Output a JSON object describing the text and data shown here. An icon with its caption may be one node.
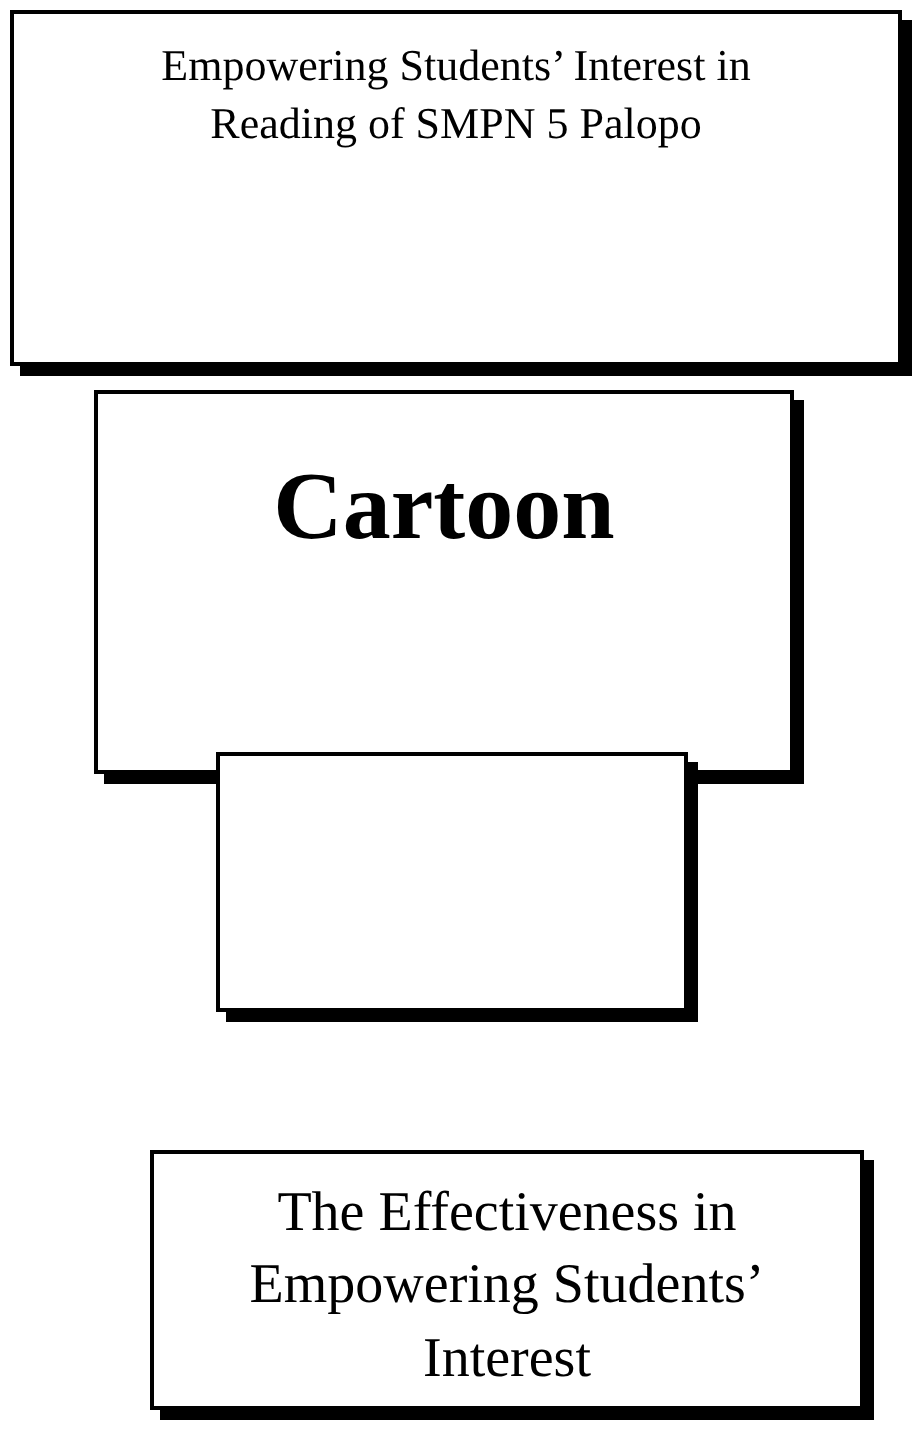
{
  "diagram": {
    "nodes": [
      {
        "text": [
          "Empowering Students’ Interest in Reading of SMPN 5 Palopo"
        ]
      },
      {
        "text": [
          "Cartoon"
        ]
      },
      {
        "text": [],
        "shape": "box"
      },
      {
        "text": [
          "The Effectiveness in Empowering Students’ Interest"
        ]
      }
    ]
  }
}
